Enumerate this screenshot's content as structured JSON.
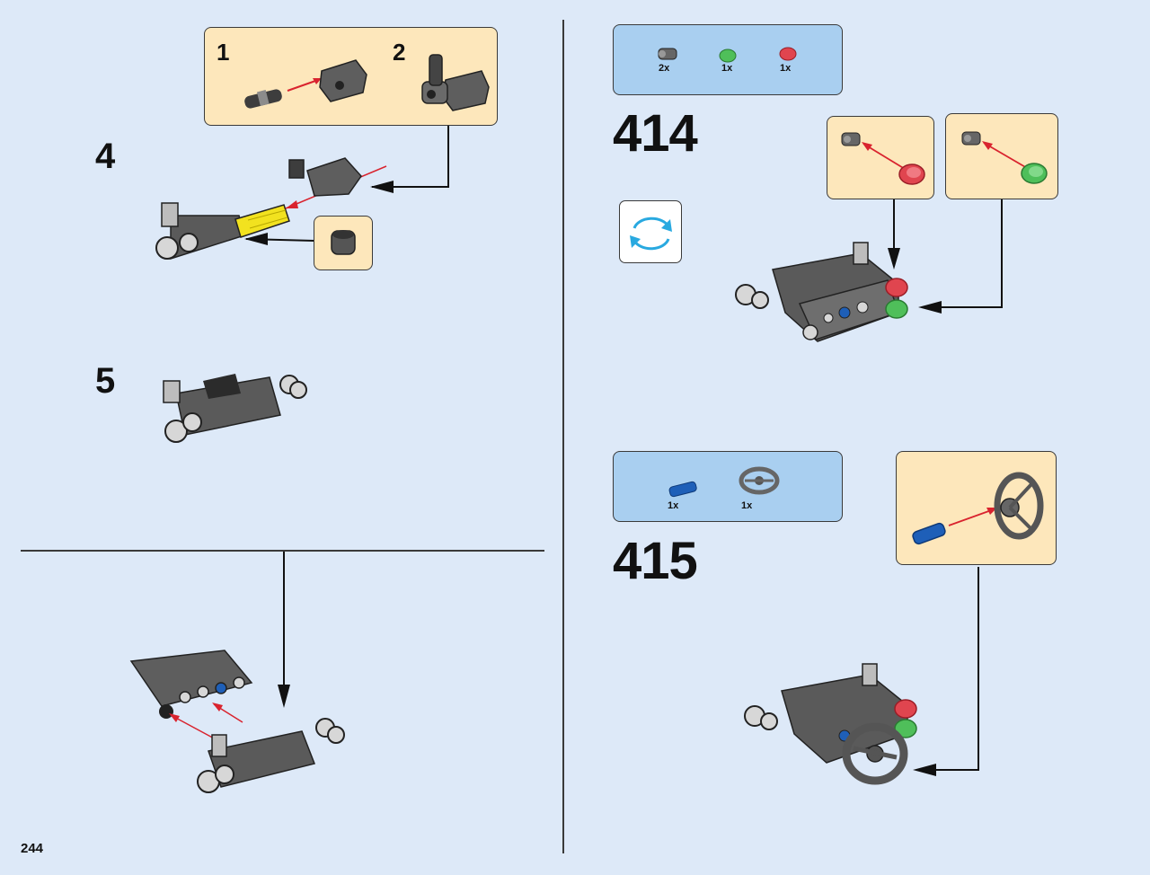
{
  "page": {
    "number": "244"
  },
  "left": {
    "callout": {
      "sub1": "1",
      "sub2": "2"
    },
    "step4": "4",
    "step5": "5"
  },
  "step414": {
    "number": "414",
    "parts": [
      {
        "qty": "2x",
        "icon": "gray-pin-icon"
      },
      {
        "qty": "1x",
        "icon": "green-light-icon"
      },
      {
        "qty": "1x",
        "icon": "red-light-icon"
      }
    ]
  },
  "step415": {
    "number": "415",
    "parts": [
      {
        "qty": "1x",
        "icon": "blue-pin-icon"
      },
      {
        "qty": "1x",
        "icon": "steering-wheel-icon"
      }
    ]
  },
  "colors": {
    "background": "#dde9f8",
    "callout_bg": "#fde7bb",
    "parts_bg": "#a9cff0",
    "arrow_red": "#d9232e",
    "part_gray": "#6b6b6b",
    "part_blue": "#1e5fb8",
    "part_yellow": "#f2e21f",
    "light_red": "#e0454f",
    "light_green": "#4fbf5a"
  }
}
